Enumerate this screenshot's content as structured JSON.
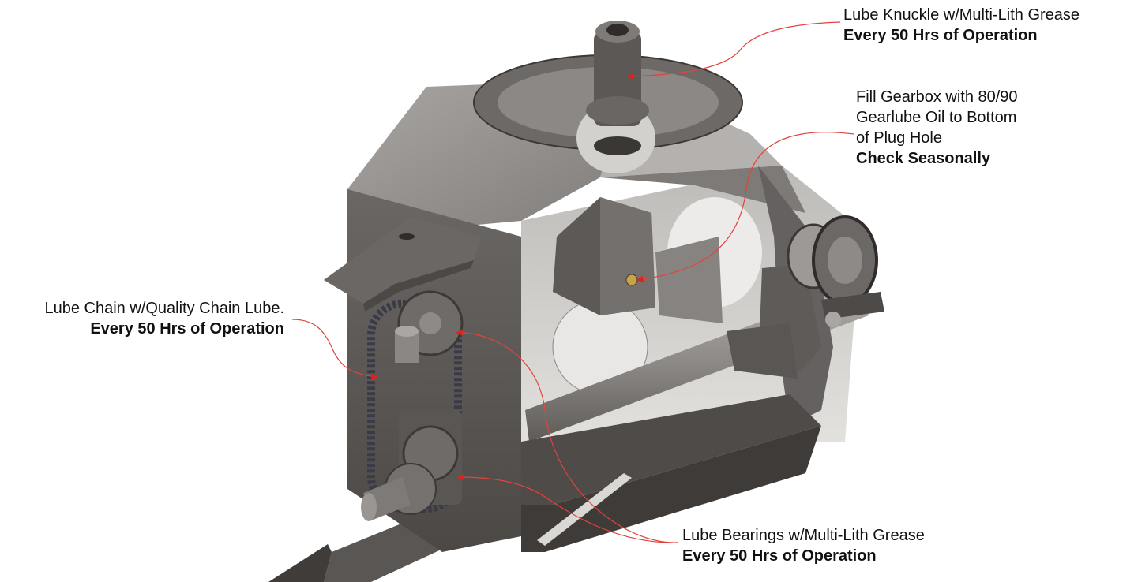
{
  "callouts": {
    "knuckle": {
      "lines": [
        "Lube Knuckle w/Multi-Lith Grease"
      ],
      "interval": "Every 50 Hrs of Operation"
    },
    "gearbox": {
      "lines": [
        "Fill Gearbox with 80/90",
        "Gearlube Oil to Bottom",
        "of Plug Hole"
      ],
      "interval": "Check Seasonally"
    },
    "chain": {
      "lines": [
        "Lube Chain w/Quality Chain Lube."
      ],
      "interval": "Every 50 Hrs of Operation"
    },
    "bearings": {
      "lines": [
        "Lube Bearings w/Multi-Lith Grease"
      ],
      "interval": "Every 50 Hrs of Operation"
    }
  },
  "colors": {
    "leader": "#e0443c",
    "arrow": "#e3201b",
    "steel_dark": "#5e5a57",
    "steel_mid": "#8a8682",
    "steel_light": "#c9c7c4",
    "interior": "#d6d5d2"
  }
}
